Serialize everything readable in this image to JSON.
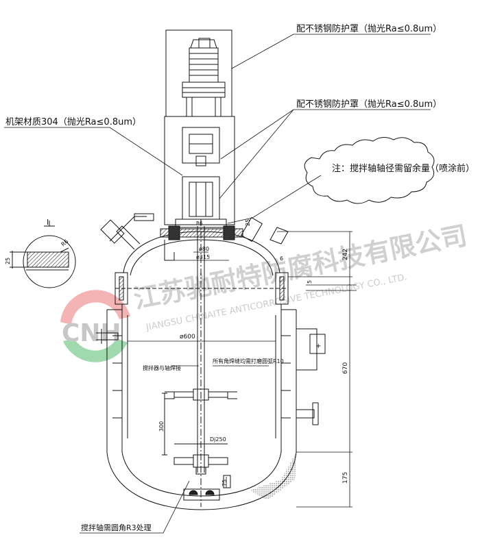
{
  "annotations": {
    "guard_top": "配不锈钢防护罩（抛光Ra≤0.8um）",
    "guard_mid": "配不锈钢防护罩（抛光Ra≤0.8um）",
    "frame_material": "机架材质304（抛光Ra≤0.8um）",
    "cloud_note": "注：搅拌轴轴径需留余量（喷涂前）",
    "blade_weld": "搅拌器与轴焊接",
    "fillet_note": "所有角焊缝均需打磨圆弧R10",
    "shaft_bottom": "搅拌轴需圆角R3处理"
  },
  "dimensions": {
    "d600": "ø600",
    "d315": "ø315",
    "d80": "ø80",
    "d250": "Dj250",
    "h300": "300",
    "h670": "670",
    "h242": "242",
    "h175": "175",
    "h25": "25",
    "h25_detail": "25",
    "h75": "75",
    "h5": "5",
    "h6": "6",
    "r6": "R6",
    "r6_top": "R6",
    "symbol_i": "I"
  },
  "watermark": {
    "logo_text": "CNH",
    "company_cn": "江苏驰耐特防腐科技有限公司",
    "company_en": "JIANGSU CHINAITE ANTICORROSIVE TECHNOLOGY CO., LTD."
  },
  "colors": {
    "line": "#111111",
    "logo_red": "#e8474c",
    "logo_green": "#3aa657",
    "watermark_gray": "#b9b9b9"
  }
}
